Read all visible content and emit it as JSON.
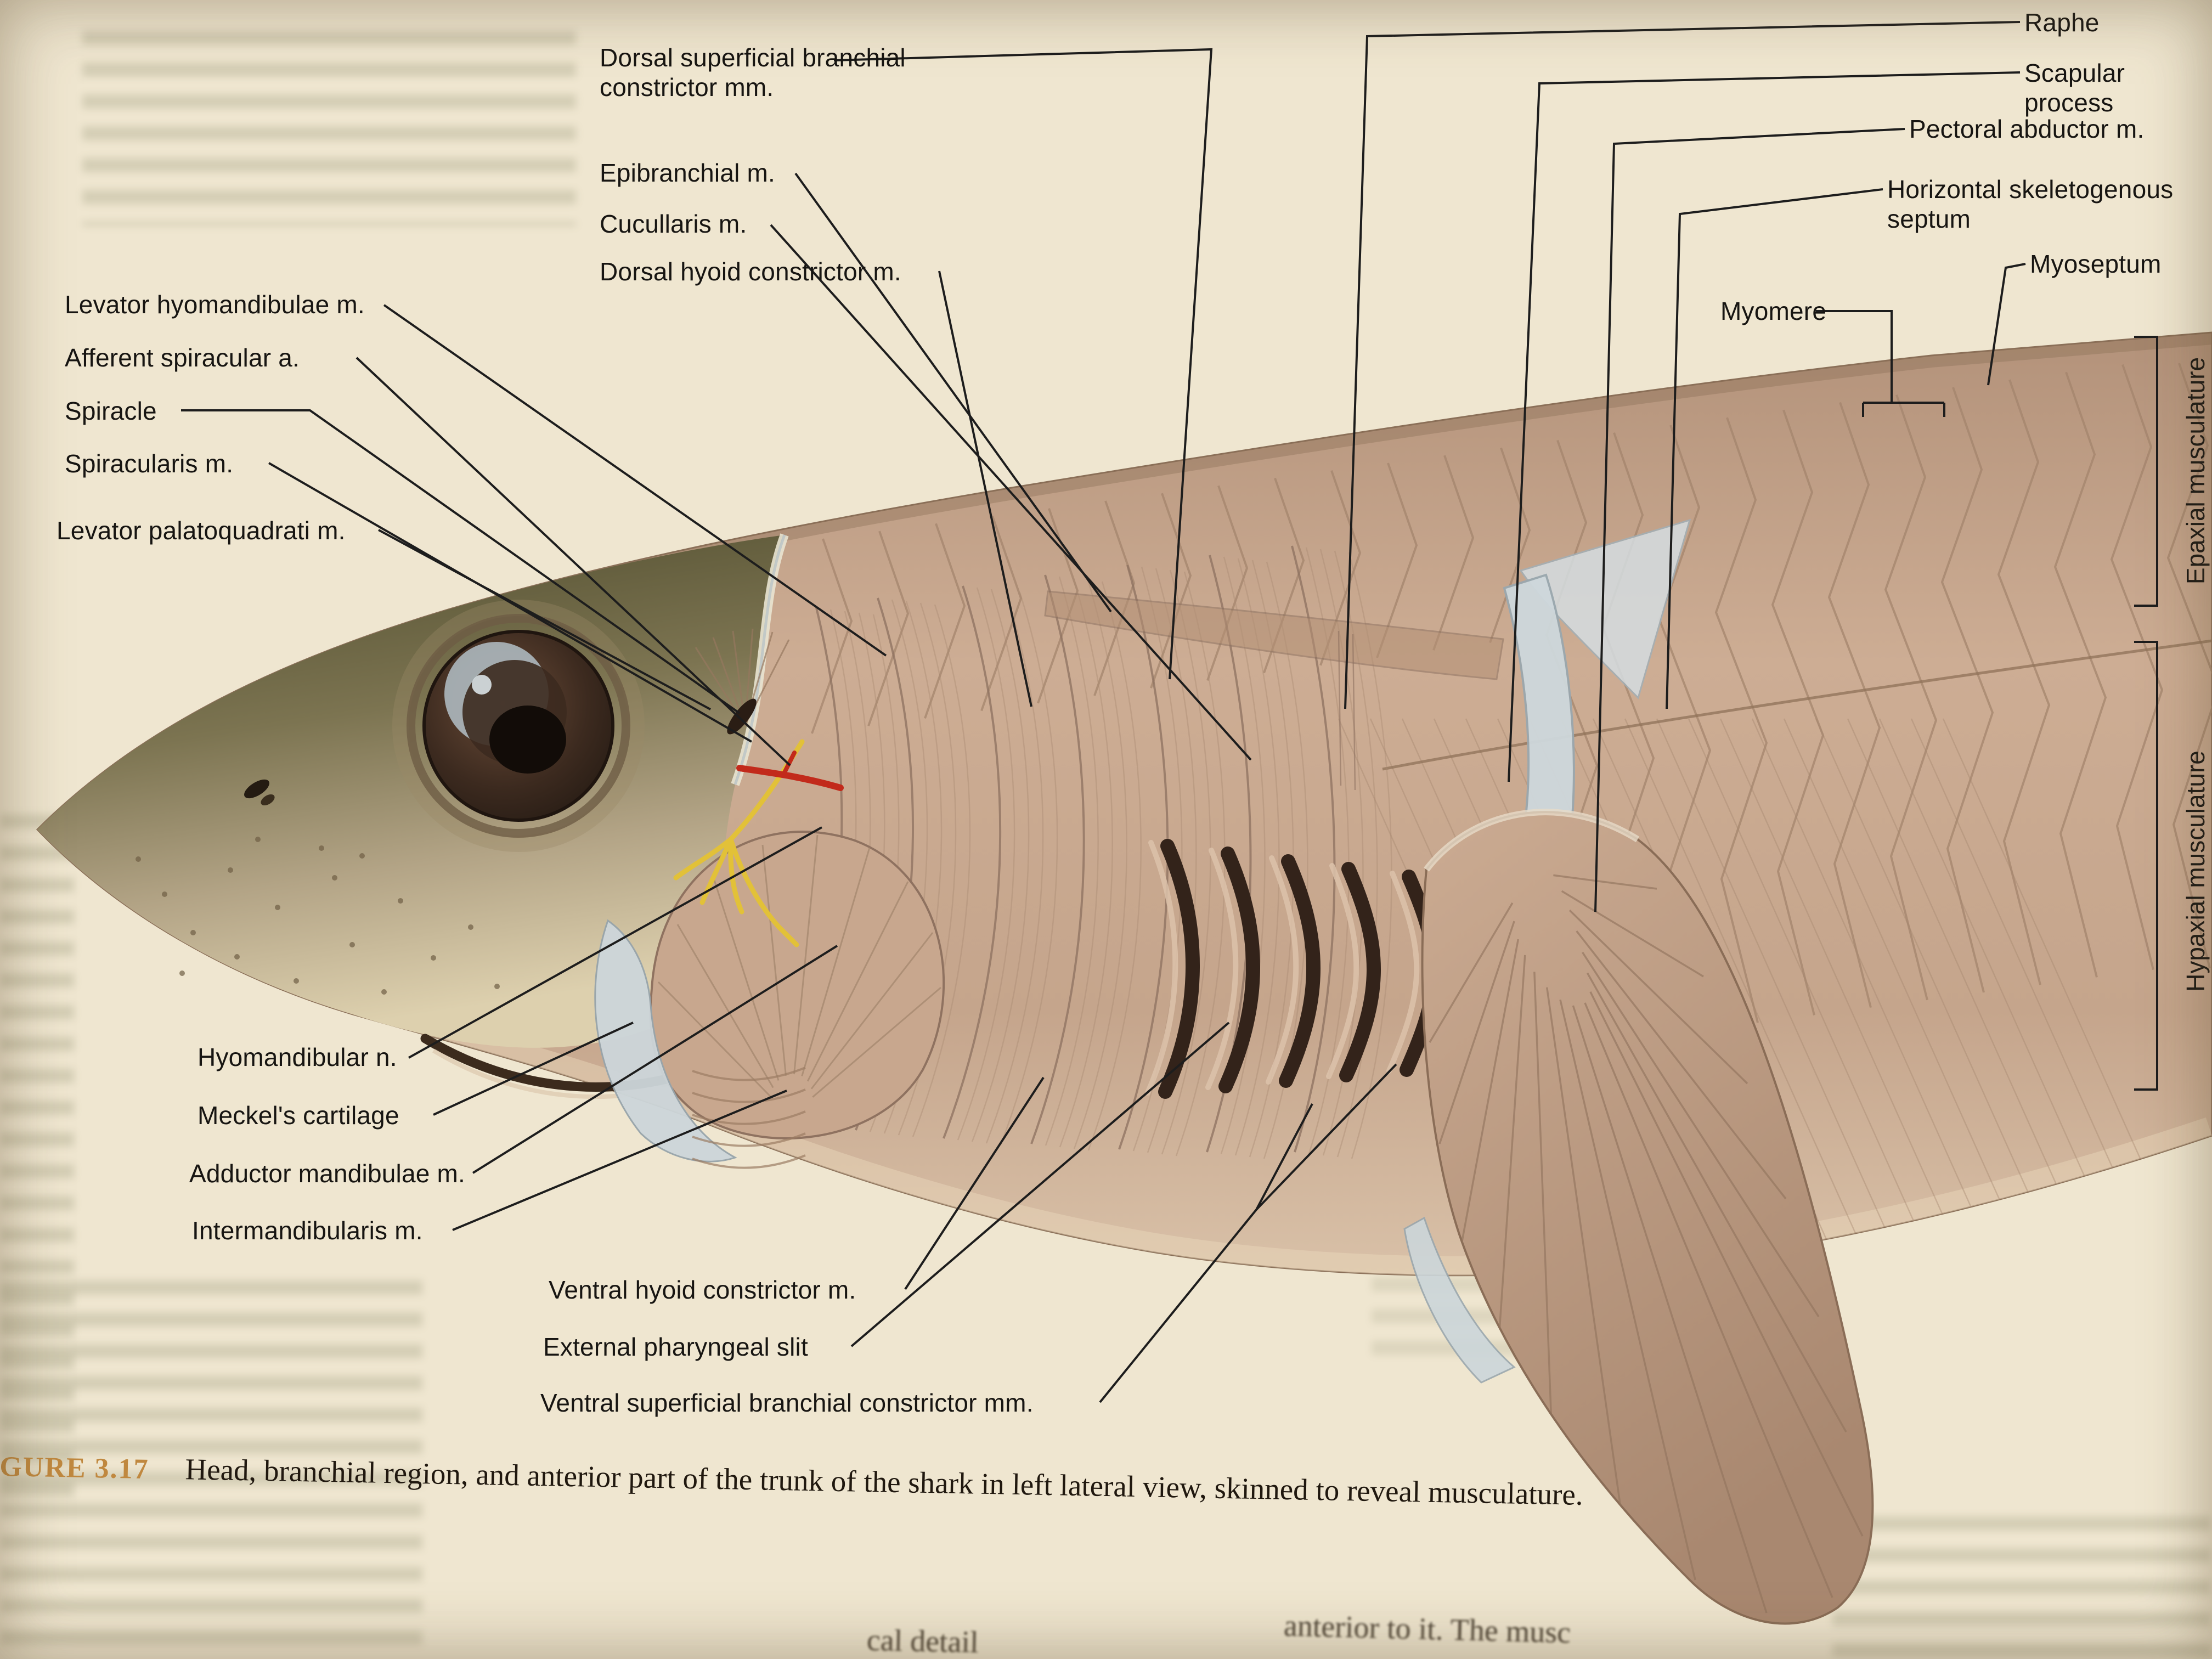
{
  "figure": {
    "label": "GURE 3.17",
    "caption": "Head, branchial region, and anterior part of the trunk of the shark in left lateral view, skinned to reveal musculature.",
    "fragment_left": "cal detail",
    "fragment_right": "anterior to it. The musc"
  },
  "labels": {
    "dorsal_superficial": "Dorsal superficial branchial constrictor mm.",
    "epibranchial": "Epibranchial m.",
    "cucullaris": "Cucullaris m.",
    "dorsal_hyoid": "Dorsal hyoid constrictor m.",
    "levator_hyomandibulae": "Levator hyomandibulae m.",
    "afferent_spiracular": "Afferent spiracular a.",
    "spiracle": "Spiracle",
    "spiracularis": "Spiracularis m.",
    "levator_palatoquadrati": "Levator palatoquadrati m.",
    "raphe": "Raphe",
    "scapular_process": "Scapular process",
    "pectoral_abductor": "Pectoral abductor m.",
    "horizontal_skeletogenous_septum": "Horizontal skeletogenous septum",
    "myoseptum": "Myoseptum",
    "myomere": "Myomere",
    "epaxial_musculature": "Epaxial musculature",
    "hypaxial_musculature": "Hypaxial musculature",
    "hyomandibular_n": "Hyomandibular n.",
    "meckels_cartilage": "Meckel's cartilage",
    "adductor_mandibulae": "Adductor mandibulae m.",
    "intermandibularis": "Intermandibularis m.",
    "ventral_hyoid_constrictor": "Ventral hyoid constrictor m.",
    "external_pharyngeal_slit": "External pharyngeal slit",
    "ventral_superficial": "Ventral superficial branchial constrictor mm."
  },
  "colors": {
    "paper": "#efe6d0",
    "figure_label": "#c0883f",
    "muscle_tan": "#c7a58c",
    "head_olive": "#53502f",
    "cartilage_blue": "#ced8dc",
    "nerve_yellow": "#e2c138",
    "artery_red": "#c22a1b",
    "gill_slit_dark": "#33231a",
    "leader_line": "#1d1d1d"
  }
}
